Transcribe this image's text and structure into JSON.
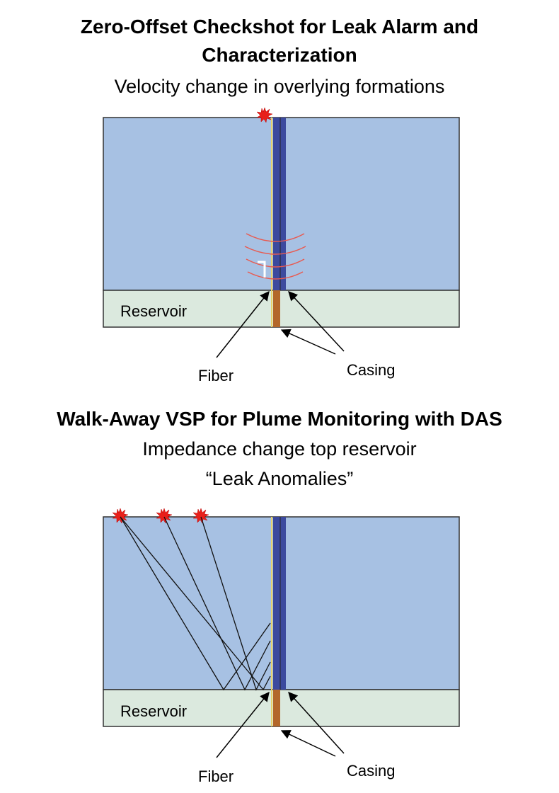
{
  "panel1": {
    "title_line1": "Zero-Offset Checkshot for Leak Alarm and",
    "title_line2": "Characterization",
    "subtitle": "Velocity change in overlying formations",
    "reservoir_label": "Reservoir",
    "fiber_label": "Fiber",
    "casing_label": "Casing"
  },
  "panel2": {
    "title": "Walk-Away VSP for Plume Monitoring with DAS",
    "subtitle_line1": "Impedance change top reservoir",
    "subtitle_line2": "“Leak Anomalies”",
    "reservoir_label": "Reservoir",
    "fiber_label": "Fiber",
    "casing_label": "Casing"
  },
  "colors": {
    "overburden": "#a7c1e3",
    "reservoir": "#dbe9de",
    "casing": "#3c4a9e",
    "casing_bottom": "#b3672a",
    "fiber": "#e8d26a",
    "source": "#e8201a",
    "wavefront": "#e85a50"
  }
}
